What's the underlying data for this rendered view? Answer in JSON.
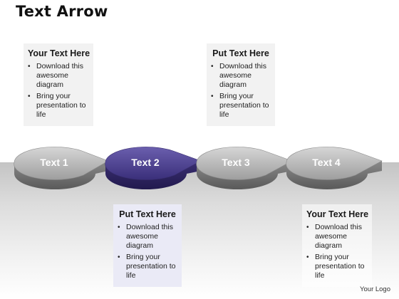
{
  "title": "Text Arrow",
  "steps": [
    {
      "label": "Text 1",
      "color": "#9a9a9a",
      "active": false
    },
    {
      "label": "Text 2",
      "color": "#4a3f8a",
      "active": true
    },
    {
      "label": "Text 3",
      "color": "#9a9a9a",
      "active": false
    },
    {
      "label": "Text 4",
      "color": "#9a9a9a",
      "active": false
    }
  ],
  "notes": [
    {
      "title": "Your Text Here",
      "bullets": [
        "Download this awesome diagram",
        "Bring your presentation to life"
      ]
    },
    {
      "title": "Put Text Here",
      "bullets": [
        "Download this awesome diagram",
        "Bring your presentation to life"
      ]
    },
    {
      "title": "Put Text Here",
      "bullets": [
        "Download this awesome diagram",
        "Bring your presentation to life"
      ]
    },
    {
      "title": "Your Text Here",
      "bullets": [
        "Download this awesome diagram",
        "Bring your presentation to life"
      ]
    }
  ],
  "logo": "Your Logo"
}
